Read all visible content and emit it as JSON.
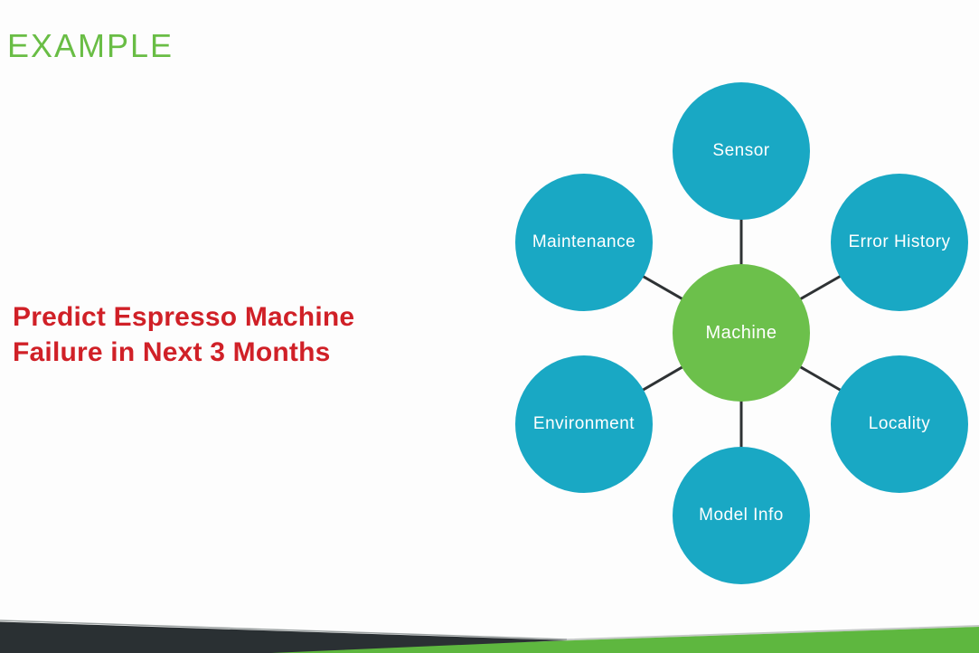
{
  "slide": {
    "title": "EXAMPLE",
    "heading": {
      "line1": "Predict Espresso Machine",
      "line2": "Failure in Next 3 Months"
    }
  },
  "diagram": {
    "center": {
      "label": "Machine"
    },
    "nodes": [
      {
        "label": "Sensor"
      },
      {
        "label": "Error History"
      },
      {
        "label": "Locality"
      },
      {
        "label": "Model Info"
      },
      {
        "label": "Environment"
      },
      {
        "label": "Maintenance"
      }
    ]
  },
  "colors": {
    "title_green": "#69bd45",
    "heading_red": "#d02027",
    "node_blue": "#19a8c4",
    "center_green": "#6cc04b",
    "connector_dark": "#2e3234",
    "band_dark": "#2a3033",
    "band_green": "#5eb73f"
  }
}
